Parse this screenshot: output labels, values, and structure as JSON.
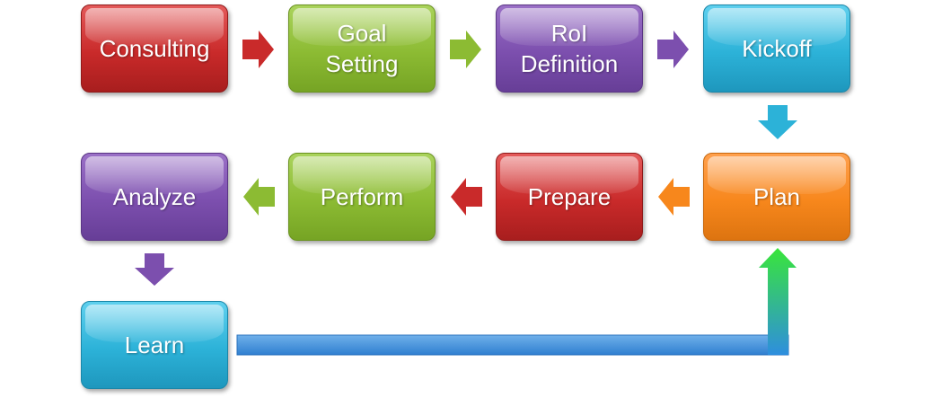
{
  "diagram": {
    "steps": [
      {
        "id": "consulting",
        "label": "Consulting",
        "color": "#c92a2a"
      },
      {
        "id": "goal-setting",
        "label": "Goal\nSetting",
        "color": "#8cbb33"
      },
      {
        "id": "roi-definition",
        "label": "RoI\nDefinition",
        "color": "#7c4fae"
      },
      {
        "id": "kickoff",
        "label": "Kickoff",
        "color": "#2cb2d8"
      },
      {
        "id": "plan",
        "label": "Plan",
        "color": "#f7871c"
      },
      {
        "id": "prepare",
        "label": "Prepare",
        "color": "#c92a2a"
      },
      {
        "id": "perform",
        "label": "Perform",
        "color": "#8cbb33"
      },
      {
        "id": "analyze",
        "label": "Analyze",
        "color": "#7c4fae"
      },
      {
        "id": "learn",
        "label": "Learn",
        "color": "#2cb2d8"
      }
    ],
    "connections": [
      {
        "from": "consulting",
        "to": "goal-setting",
        "color": "#c92a2a"
      },
      {
        "from": "goal-setting",
        "to": "roi-definition",
        "color": "#8cbb33"
      },
      {
        "from": "roi-definition",
        "to": "kickoff",
        "color": "#7c4fae"
      },
      {
        "from": "kickoff",
        "to": "plan",
        "color": "#2cb2d8"
      },
      {
        "from": "plan",
        "to": "prepare",
        "color": "#f7871c"
      },
      {
        "from": "prepare",
        "to": "perform",
        "color": "#c92a2a"
      },
      {
        "from": "perform",
        "to": "analyze",
        "color": "#8cbb33"
      },
      {
        "from": "analyze",
        "to": "learn",
        "color": "#7c4fae"
      },
      {
        "from": "learn",
        "to": "plan",
        "color": "#2e8ede",
        "accent_color": "#39e53a"
      }
    ]
  }
}
